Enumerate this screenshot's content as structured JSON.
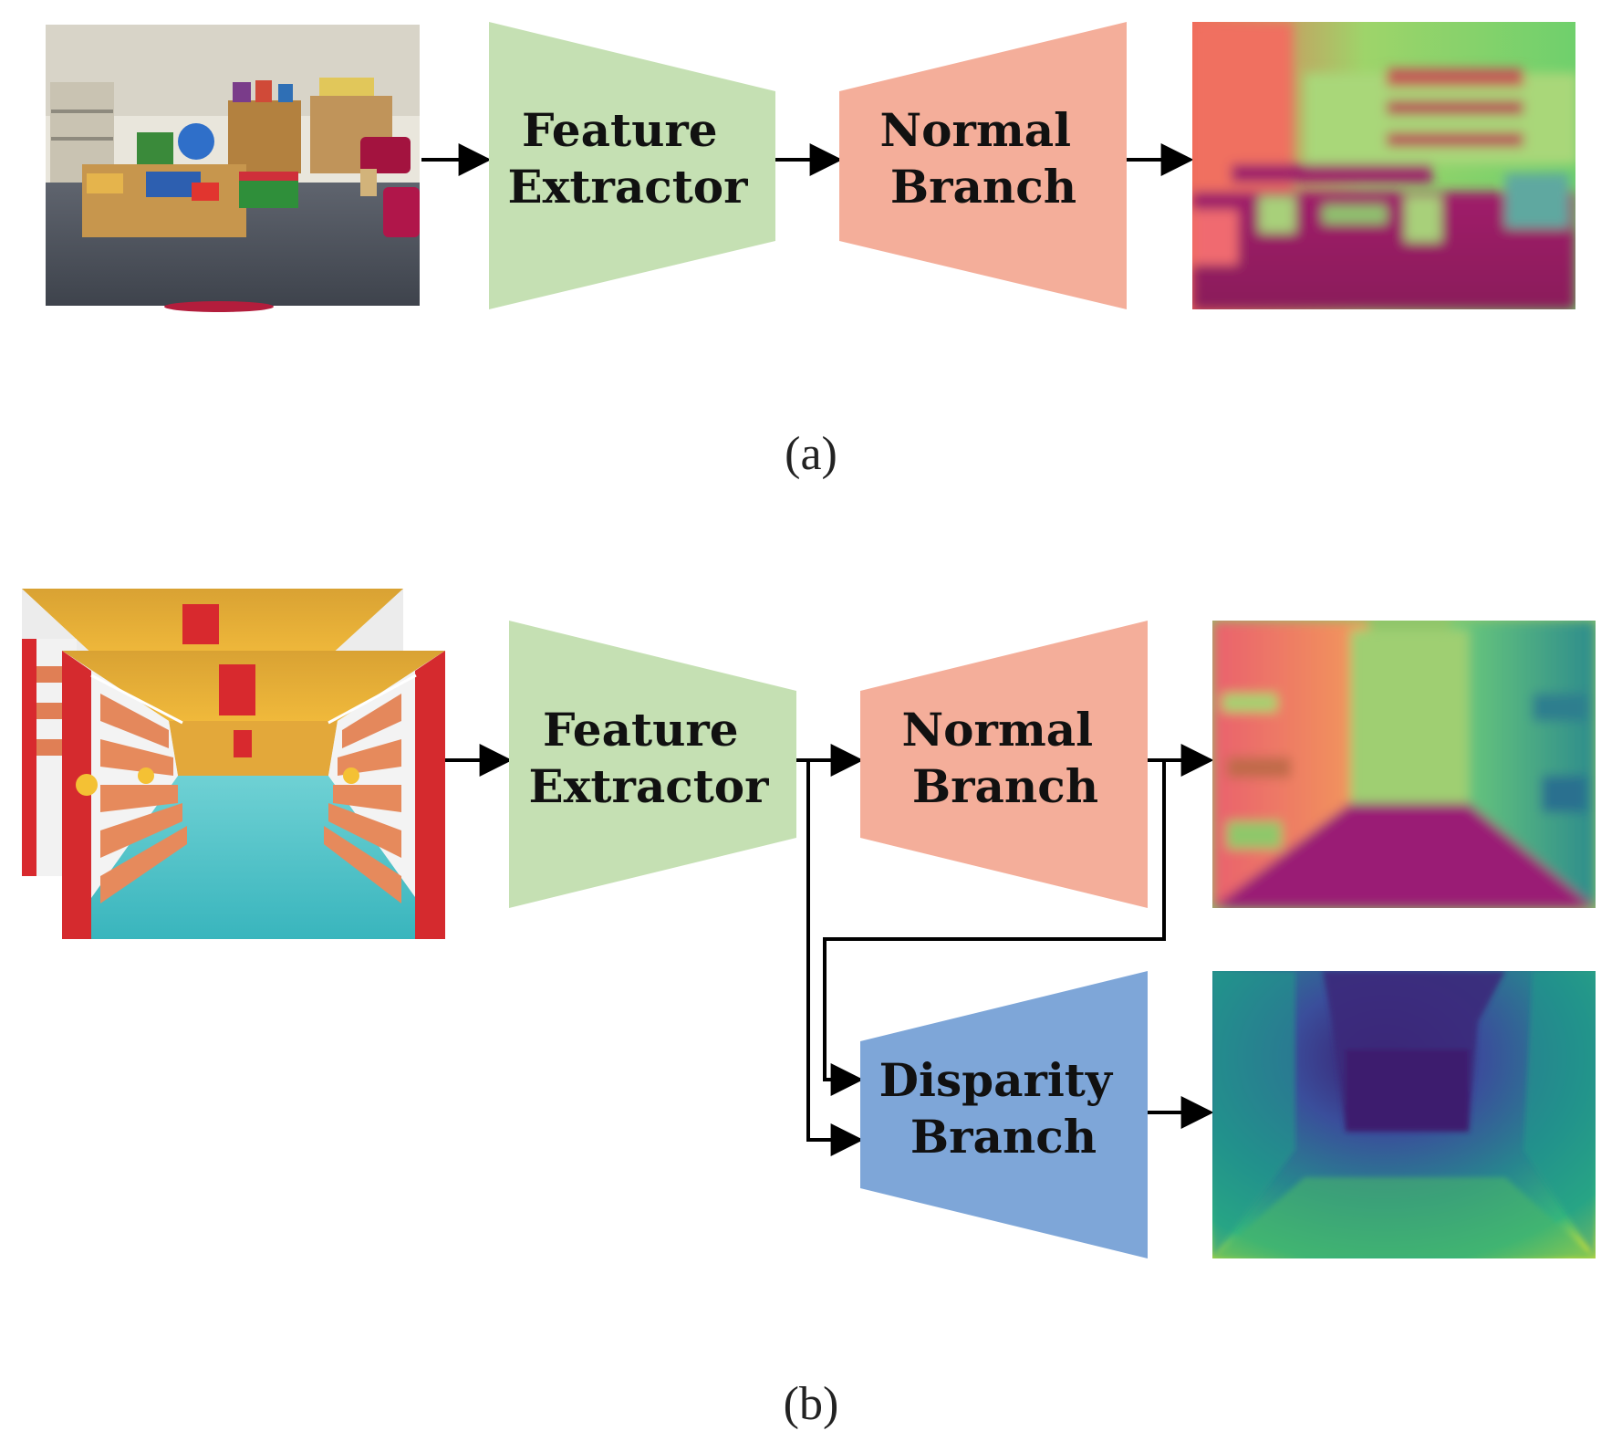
{
  "colors": {
    "feature_extractor": "#c5e0b3",
    "normal_branch": "#f4ae9a",
    "disparity_branch": "#7ea6d8",
    "arrow": "#000000"
  },
  "panel_a": {
    "caption": "(a)",
    "input_image": "classroom-photo",
    "feature_extractor": [
      "Feature",
      "Extractor"
    ],
    "normal_branch": [
      "Normal",
      "Branch"
    ],
    "output_image": "surface-normal-map"
  },
  "panel_b": {
    "caption": "(b)",
    "input_image": "store-aisle-photo-stack",
    "feature_extractor": [
      "Feature",
      "Extractor"
    ],
    "normal_branch": [
      "Normal",
      "Branch"
    ],
    "disparity_branch": [
      "Disparity",
      "Branch"
    ],
    "normal_output_image": "surface-normal-map",
    "disparity_output_image": "disparity-map"
  }
}
